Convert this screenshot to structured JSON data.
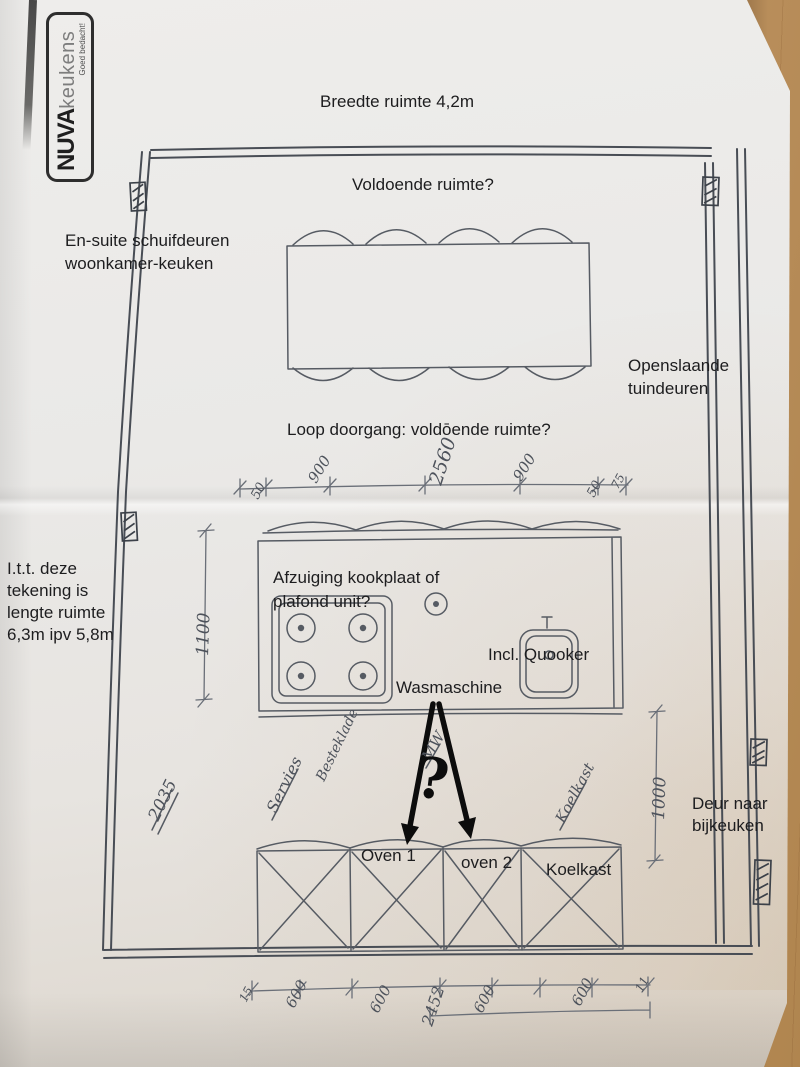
{
  "colors": {
    "paper": "#ebe9e6",
    "wood": "#c49a6b",
    "pencil": "#565b63",
    "marker_ink": "#0c0c0c"
  },
  "logo": {
    "brand": "NUVA",
    "brand2": "keukens",
    "tagline": "Goed bedacht!"
  },
  "notes": {
    "breedte": "Breedte ruimte 4,2m",
    "voldoende": "Voldoende ruimte?",
    "ensuite_line1": "En-suite schuifdeuren",
    "ensuite_line2": "woonkamer-keuken",
    "tuindeuren_line1": "Openslaande",
    "tuindeuren_line2": "tuindeuren",
    "loop": "Loop doorgang: voldōende ruimte?",
    "itt_line1": "I.t.t. deze",
    "itt_line2": "tekening is",
    "itt_line3": "lengte ruimte",
    "itt_line4": "6,3m ipv 5,8m",
    "afzuiging_line1": "Afzuiging kookplaat of",
    "afzuiging_line2": "plafond unit?",
    "quooker": "Incl. Quooker",
    "wasmachine": "Wasmaschine",
    "oven1": "Oven 1",
    "oven2": "oven 2",
    "koelkast": "Koelkast",
    "deur_line1": "Deur naar",
    "deur_line2": "bijkeuken",
    "question_mark": "?"
  },
  "handwritten": {
    "top_50_left": "50",
    "top_900_left": "900",
    "top_2560": "2560",
    "top_900_right": "900",
    "top_50_right": "50",
    "top_75": "75",
    "left_1100": "1100",
    "right_1000": "1000",
    "diag_2035": "2035",
    "servies": "Servies",
    "besteklade": "Besteklade",
    "mw": "MW",
    "koelkast": "Koelkast",
    "bottom_15": "15",
    "bottom_600_1": "600",
    "bottom_600_2": "600",
    "bottom_2452": "2452",
    "bottom_600_3": "600",
    "bottom_600_4": "600",
    "bottom_11": "11"
  }
}
